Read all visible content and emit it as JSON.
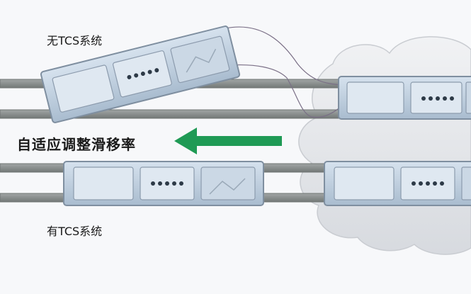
{
  "labels": {
    "without_tcs": "无TCS系统",
    "adaptive_adjust": "自适应调整滑移率",
    "with_tcs": "有TCS系统"
  },
  "colors": {
    "background": "#f7f8fa",
    "rail": "#8c9190",
    "rail_edge": "#6f7473",
    "arrow": "#1f9a55",
    "cloud": "#e4e6e9",
    "module_body": "#c3d3e2",
    "module_panel": "#dfe8f1",
    "module_frame": "#7f8fa0",
    "led": "#2d3a47",
    "cable": "#7a6f86"
  },
  "icons": {
    "arrow": "left-arrow-icon",
    "cloud": "cloud-icon",
    "module": "drive-module-icon"
  }
}
